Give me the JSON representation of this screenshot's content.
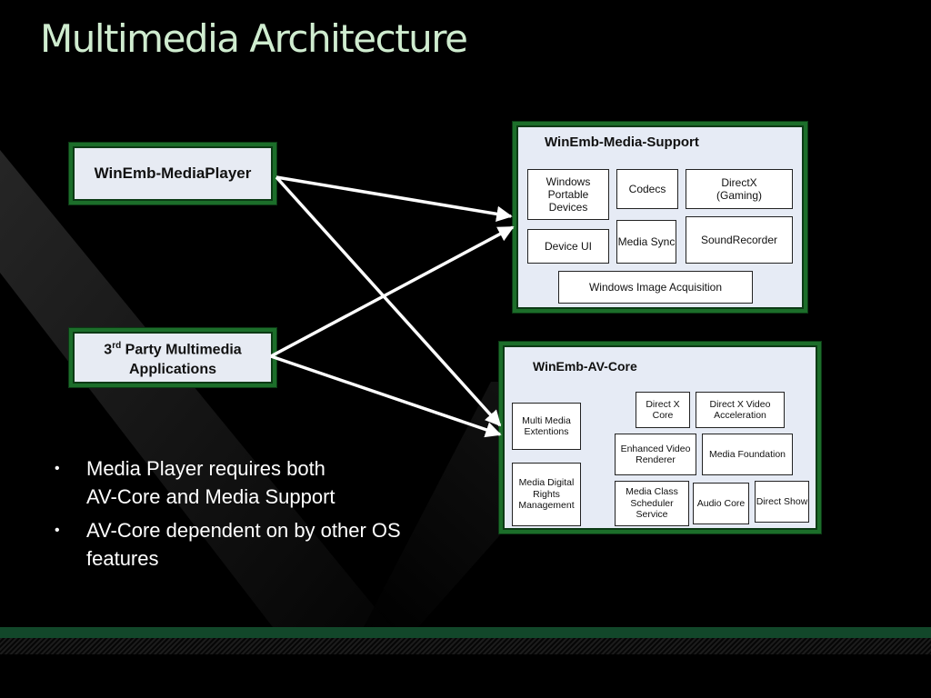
{
  "title": "Multimedia Architecture",
  "colors": {
    "background": "#000000",
    "title": "#cfeccf",
    "box_border_green": "#1c6e2a",
    "group_fill": "#e6ebf5",
    "footer_band": "#12472a"
  },
  "sources": {
    "media_player": "WinEmb-MediaPlayer",
    "third_party": {
      "prefix": "3",
      "sup": "rd",
      "line1": "Party Multimedia",
      "line2": "Applications"
    }
  },
  "media_support": {
    "title": "WinEmb-Media-Support",
    "boxes": [
      "Windows Portable Devices",
      "Codecs",
      "DirectX",
      "Device UI",
      "Media Sync",
      "SoundRecorder",
      "Windows Image Acquisition"
    ],
    "boxes_sub": [
      "",
      "",
      "(Gaming)",
      "",
      "",
      "",
      ""
    ]
  },
  "av_core": {
    "title": "WinEmb-AV-Core",
    "boxes": [
      "Multi Media Extentions",
      "Media Digital Rights Management",
      "Direct X Core",
      "Direct X Video Acceleration",
      "Enhanced Video Renderer",
      "Media Foundation",
      "Media Class Scheduler Service",
      "Audio Core",
      "Direct Show"
    ]
  },
  "bullets": [
    {
      "line1": "Media Player requires both",
      "line2": "AV-Core and Media Support"
    },
    {
      "line1": "AV-Core dependent on by other OS",
      "line2": "features"
    }
  ]
}
